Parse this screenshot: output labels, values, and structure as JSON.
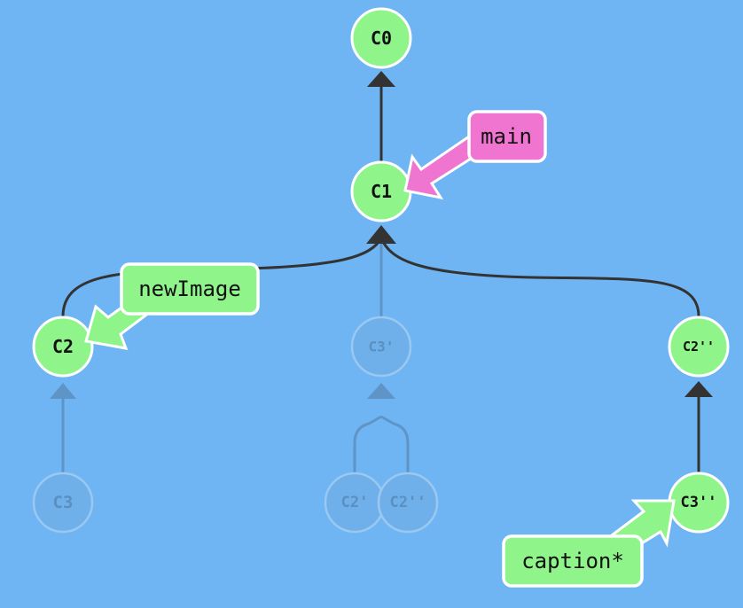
{
  "colors": {
    "background": "#6fb5f4",
    "commit": "#8ff58a",
    "ghost_commit": "#6fb0ea",
    "edge": "#333333",
    "branch_main": "#f075d0",
    "branch_other": "#8ff58a"
  },
  "commits": {
    "c0": "C0",
    "c1": "C1",
    "c2": "C2",
    "c3_prime": "C3'",
    "c2_dprime": "C2''",
    "c3_ghost": "C3",
    "c2_prime_ghost": "C2'",
    "c2_dprime_ghost": "C2''",
    "c3_dprime": "C3''"
  },
  "branches": {
    "main": "main",
    "new_image": "newImage",
    "caption": "caption*"
  }
}
